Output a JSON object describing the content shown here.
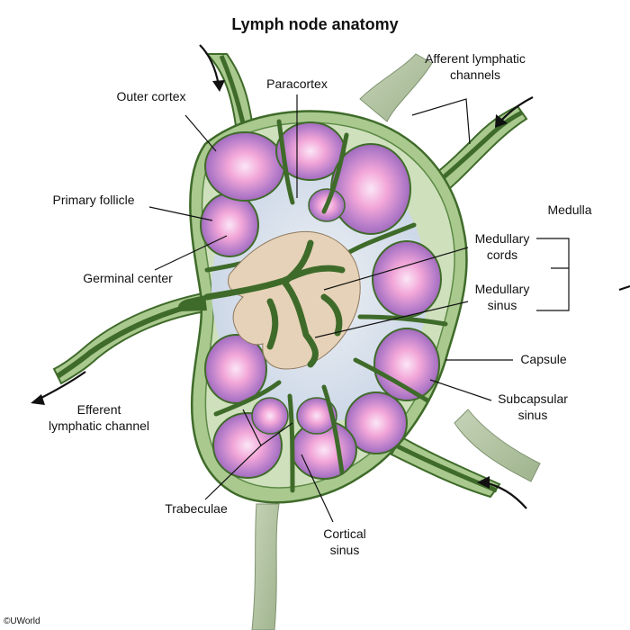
{
  "title": "Lymph node anatomy",
  "labels": {
    "outer_cortex": "Outer cortex",
    "paracortex": "Paracortex",
    "afferent_1": "Afferent lymphatic",
    "afferent_2": "channels",
    "primary_follicle": "Primary follicle",
    "germinal_center": "Germinal center",
    "medulla": "Medulla",
    "medullary_cords_1": "Medullary",
    "medullary_cords_2": "cords",
    "medullary_sinus_1": "Medullary",
    "medullary_sinus_2": "sinus",
    "capsule": "Capsule",
    "subcapsular_1": "Subcapsular",
    "subcapsular_2": "sinus",
    "efferent_1": "Efferent",
    "efferent_2": "lymphatic channel",
    "trabeculae": "Trabeculae",
    "cortical_1": "Cortical",
    "cortical_2": "sinus"
  },
  "copyright": "©UWorld",
  "colors": {
    "capsule_green": "#a9c98f",
    "dark_green": "#3f6b2a",
    "follicle_purple": "#9a63b8",
    "germinal_pink": "#f2a6d8",
    "paracortex_blue": "#dfe7ef",
    "medulla_tan": "#e6d2b8",
    "vessel_sage": "#b5c6a6"
  }
}
